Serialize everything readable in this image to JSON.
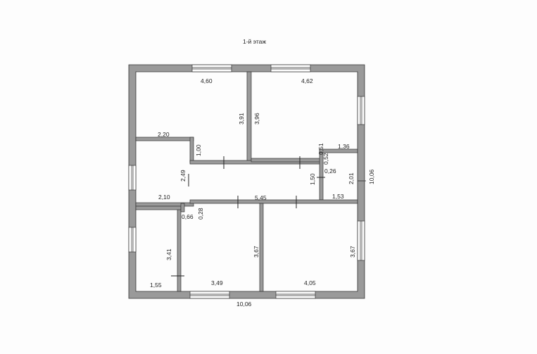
{
  "title": "1-й этаж",
  "colors": {
    "wall_fill": "#9a9a9a",
    "wall_stroke": "#333333",
    "background": "#fdfdfd",
    "text": "#222222"
  },
  "dimensions": {
    "room_top_left_width": "4,60",
    "room_top_left_height": "3,91",
    "room_top_left_notch": "2,20",
    "room_top_right_width": "4,62",
    "room_top_right_height": "3,96",
    "room_top_right_notch": "1,36",
    "room_top_right_step": "0,51",
    "small_room_width": "2,10",
    "small_room_height": "2,49",
    "corridor_notch": "1,00",
    "bath_height": "2,01",
    "bath_width": "1,53",
    "bath_notch_a": "0,52",
    "bath_notch_b": "0,26",
    "corridor_height": "1,50",
    "corridor_width": "5,45",
    "total_height": "10,06",
    "total_width": "10,06",
    "offset_a": "0,66",
    "offset_b": "0,28",
    "room_bl_small_height": "3,41",
    "room_bl_small_width": "1,55",
    "room_bm_width": "3,49",
    "room_bm_height": "3,67",
    "room_br_width": "4,05",
    "room_br_height": "3,67"
  }
}
